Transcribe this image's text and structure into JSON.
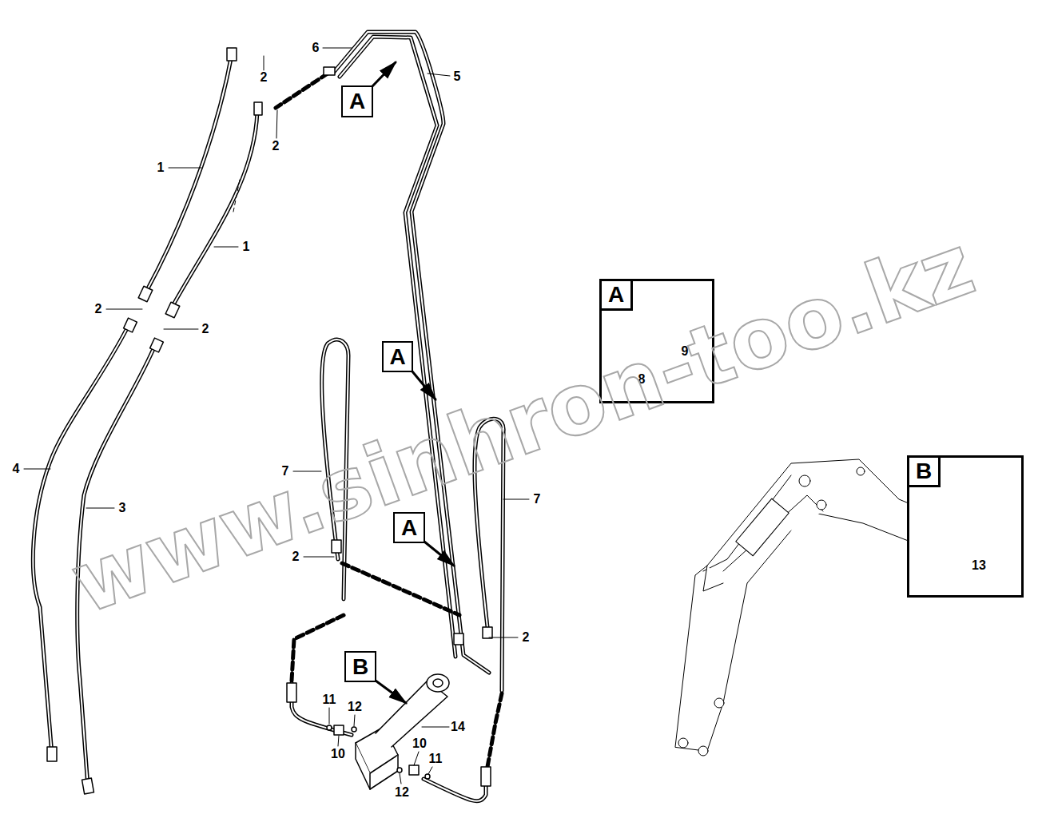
{
  "diagram": {
    "nodes": [
      {
        "text": [
          "A"
        ]
      },
      {
        "text": [
          "A"
        ]
      },
      {
        "text": [
          "A"
        ]
      },
      {
        "text": [
          "B"
        ]
      },
      {
        "text": [
          "A"
        ]
      },
      {
        "text": [
          "B"
        ]
      }
    ],
    "labels": [
      "6",
      "5",
      "2",
      "2",
      "1",
      "1",
      "2",
      "2",
      "4",
      "3",
      "7",
      "7",
      "2",
      "2",
      "11",
      "12",
      "10",
      "14",
      "10",
      "11",
      "12",
      "9",
      "8",
      "13",
      "www.sinhron-too.kz"
    ]
  }
}
